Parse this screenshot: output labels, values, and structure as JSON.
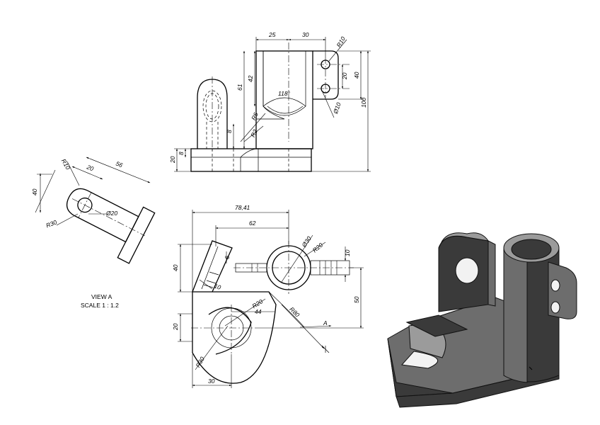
{
  "top_view": {
    "dims": {
      "w25": "25",
      "w30": "30",
      "r10": "R10",
      "h42": "42",
      "h61": "61",
      "ang118": "118°",
      "h20": "20",
      "h40": "40",
      "h100": "100",
      "d10": "Ø10",
      "r5": "R5",
      "r2": "R2",
      "h8a": "8",
      "h20b": "20",
      "h8b": "8"
    }
  },
  "aux_view": {
    "dims": {
      "r10": "R10",
      "w20": "20",
      "w56": "56",
      "h40": "40",
      "d20": "Ø20",
      "r30": "R30"
    },
    "caption": {
      "title": "VIEW A",
      "scale": "SCALE 1 : 1.2"
    }
  },
  "front_view": {
    "dims": {
      "w78": "78,41",
      "w62": "62",
      "d30": "Ø30",
      "r20a": "R20",
      "h10": "10",
      "h6": "6",
      "h40": "40",
      "w10": "10",
      "r20b": "R20",
      "w44": "44",
      "r80": "R80",
      "arrow_a": "A",
      "h50": "50",
      "h20": "20",
      "r30": "R30",
      "w30": "30"
    }
  },
  "iso_view": {
    "colors": {
      "dark": "#3a3a3a",
      "mid": "#6d6d6d",
      "light": "#9b9b9b"
    }
  }
}
